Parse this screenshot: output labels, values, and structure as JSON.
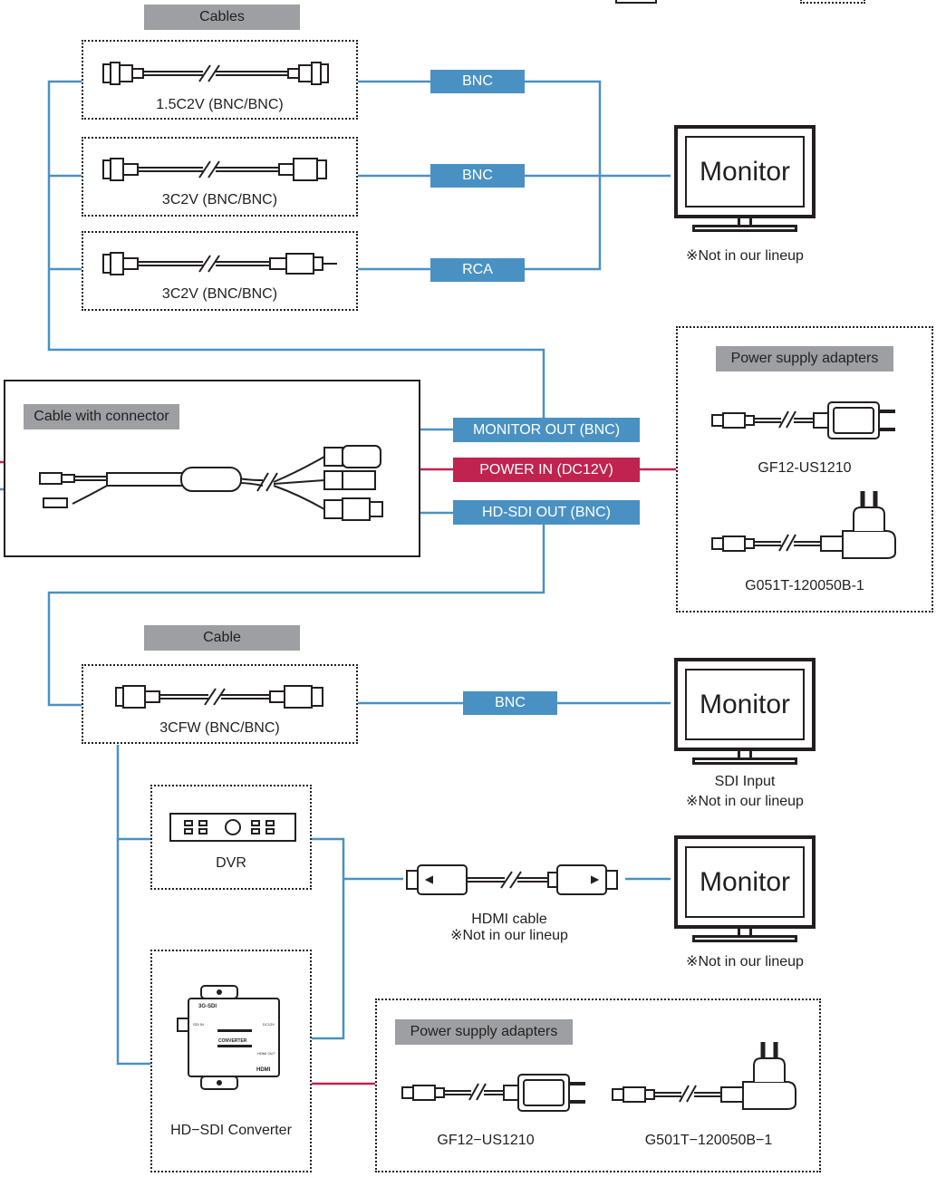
{
  "top_partial_boxes": true,
  "cables_section": {
    "title": "Cables",
    "items": [
      {
        "caption": "1.5C2V (BNC/BNC)",
        "connector_label": "BNC"
      },
      {
        "caption": "3C2V (BNC/BNC)",
        "connector_label": "BNC"
      },
      {
        "caption": "3C2V (BNC/BNC)",
        "connector_label": "RCA"
      }
    ]
  },
  "monitor_top": {
    "screen_label": "Monitor",
    "note": "※Not in our lineup"
  },
  "cable_with_connector": {
    "title": "Cable with connector"
  },
  "ports": {
    "monitor_out": "MONITOR OUT (BNC)",
    "power_in": "POWER IN (DC12V)",
    "hd_sdi_out": "HD-SDI OUT (BNC)"
  },
  "power_adapters_top": {
    "title": "Power supply adapters",
    "items": [
      "GF12-US1210",
      "G051T-120050B-1"
    ]
  },
  "cable_section": {
    "title": "Cable",
    "caption": "3CFW (BNC/BNC)",
    "connector_label": "BNC"
  },
  "monitor_sdi": {
    "screen_label": "Monitor",
    "input_label": "SDI Input",
    "note": "※Not in our lineup"
  },
  "dvr": {
    "caption": "DVR"
  },
  "hdmi_cable": {
    "caption": "HDMI cable",
    "note": "※Not in our lineup"
  },
  "monitor_hdmi": {
    "screen_label": "Monitor",
    "note": "※Not in our lineup"
  },
  "converter": {
    "caption": "HD−SDI Converter",
    "labels": {
      "top": "3G-SDI",
      "sdi_in": "SDI IN",
      "dc12v": "DC12V",
      "center": "CONVERTER",
      "hdmi_out": "HDMI OUT",
      "hdmi": "HDMI"
    }
  },
  "power_adapters_bottom": {
    "title": "Power supply adapters",
    "items": [
      "GF12−US1210",
      "G501T−120050B−1"
    ]
  },
  "colors": {
    "signal_line": "#4a91c3",
    "power_line": "#c0234f",
    "tag_gray": "#9d9fa2"
  }
}
